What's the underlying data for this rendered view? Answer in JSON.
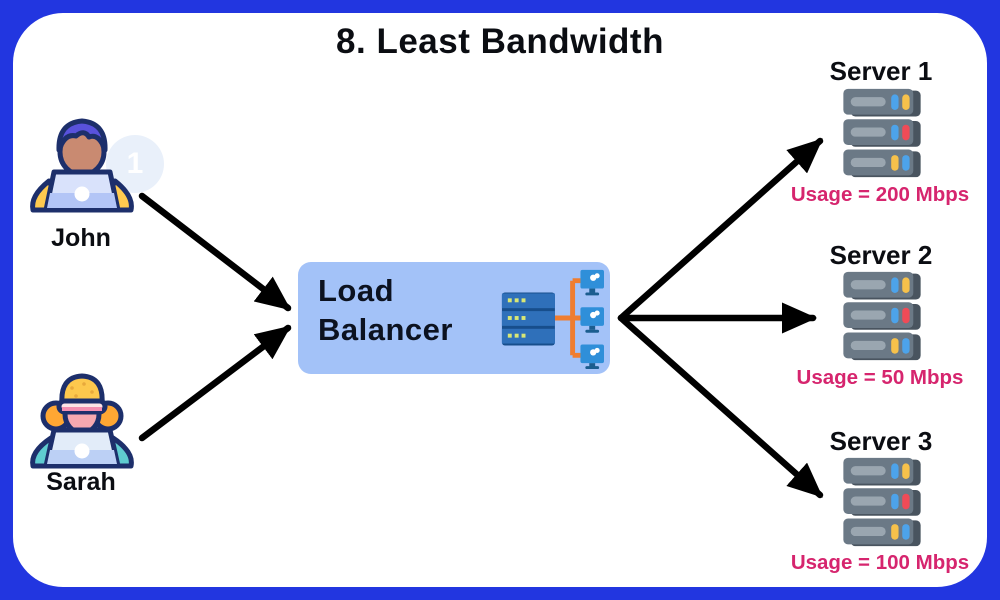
{
  "title": "8. Least Bandwidth",
  "clients": [
    {
      "name": "John",
      "badge": "1"
    },
    {
      "name": "Sarah"
    }
  ],
  "load_balancer": {
    "label": "Load Balancer"
  },
  "servers": [
    {
      "name": "Server 1",
      "usage": "Usage = 200 Mbps"
    },
    {
      "name": "Server 2",
      "usage": "Usage = 50 Mbps"
    },
    {
      "name": "Server 3",
      "usage": "Usage = 100 Mbps"
    }
  ],
  "colors": {
    "frame_border": "#2236e0",
    "canvas_background": "#ffffff",
    "load_balancer_box": "#a3c2f8",
    "usage_text": "#d6256e",
    "arrow": "#000000",
    "text": "#0b0d12"
  },
  "icons": {
    "john_avatar": "man-with-laptop-icon",
    "sarah_avatar": "woman-with-laptop-icon",
    "load_balancer": "server-network-icon",
    "server": "server-rack-icon"
  }
}
